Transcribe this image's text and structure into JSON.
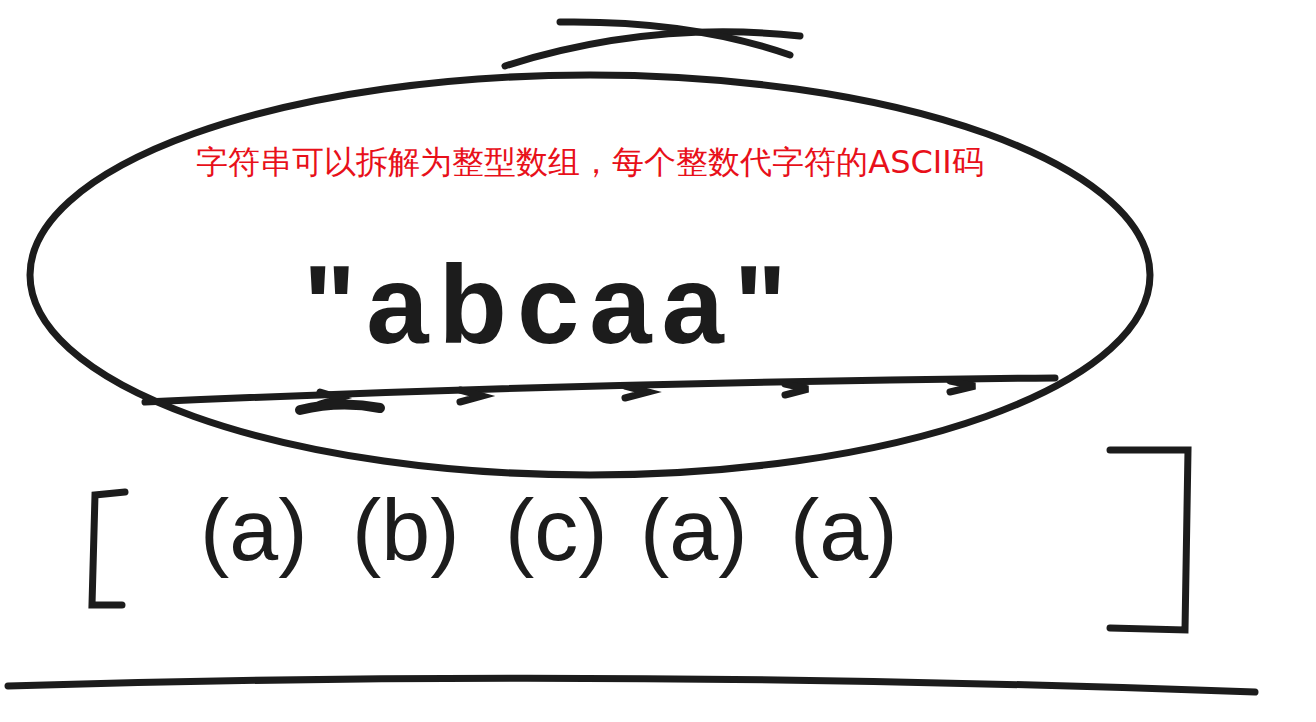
{
  "diagram": {
    "nodes": [
      {
        "text": [
          "字符串可以拆解为整型数组，每个整数代字符的ASCII码",
          "\"abcaa\""
        ]
      }
    ],
    "labels": [
      "(a)",
      "(b)",
      "(c)",
      "(a)",
      "(a)"
    ]
  }
}
